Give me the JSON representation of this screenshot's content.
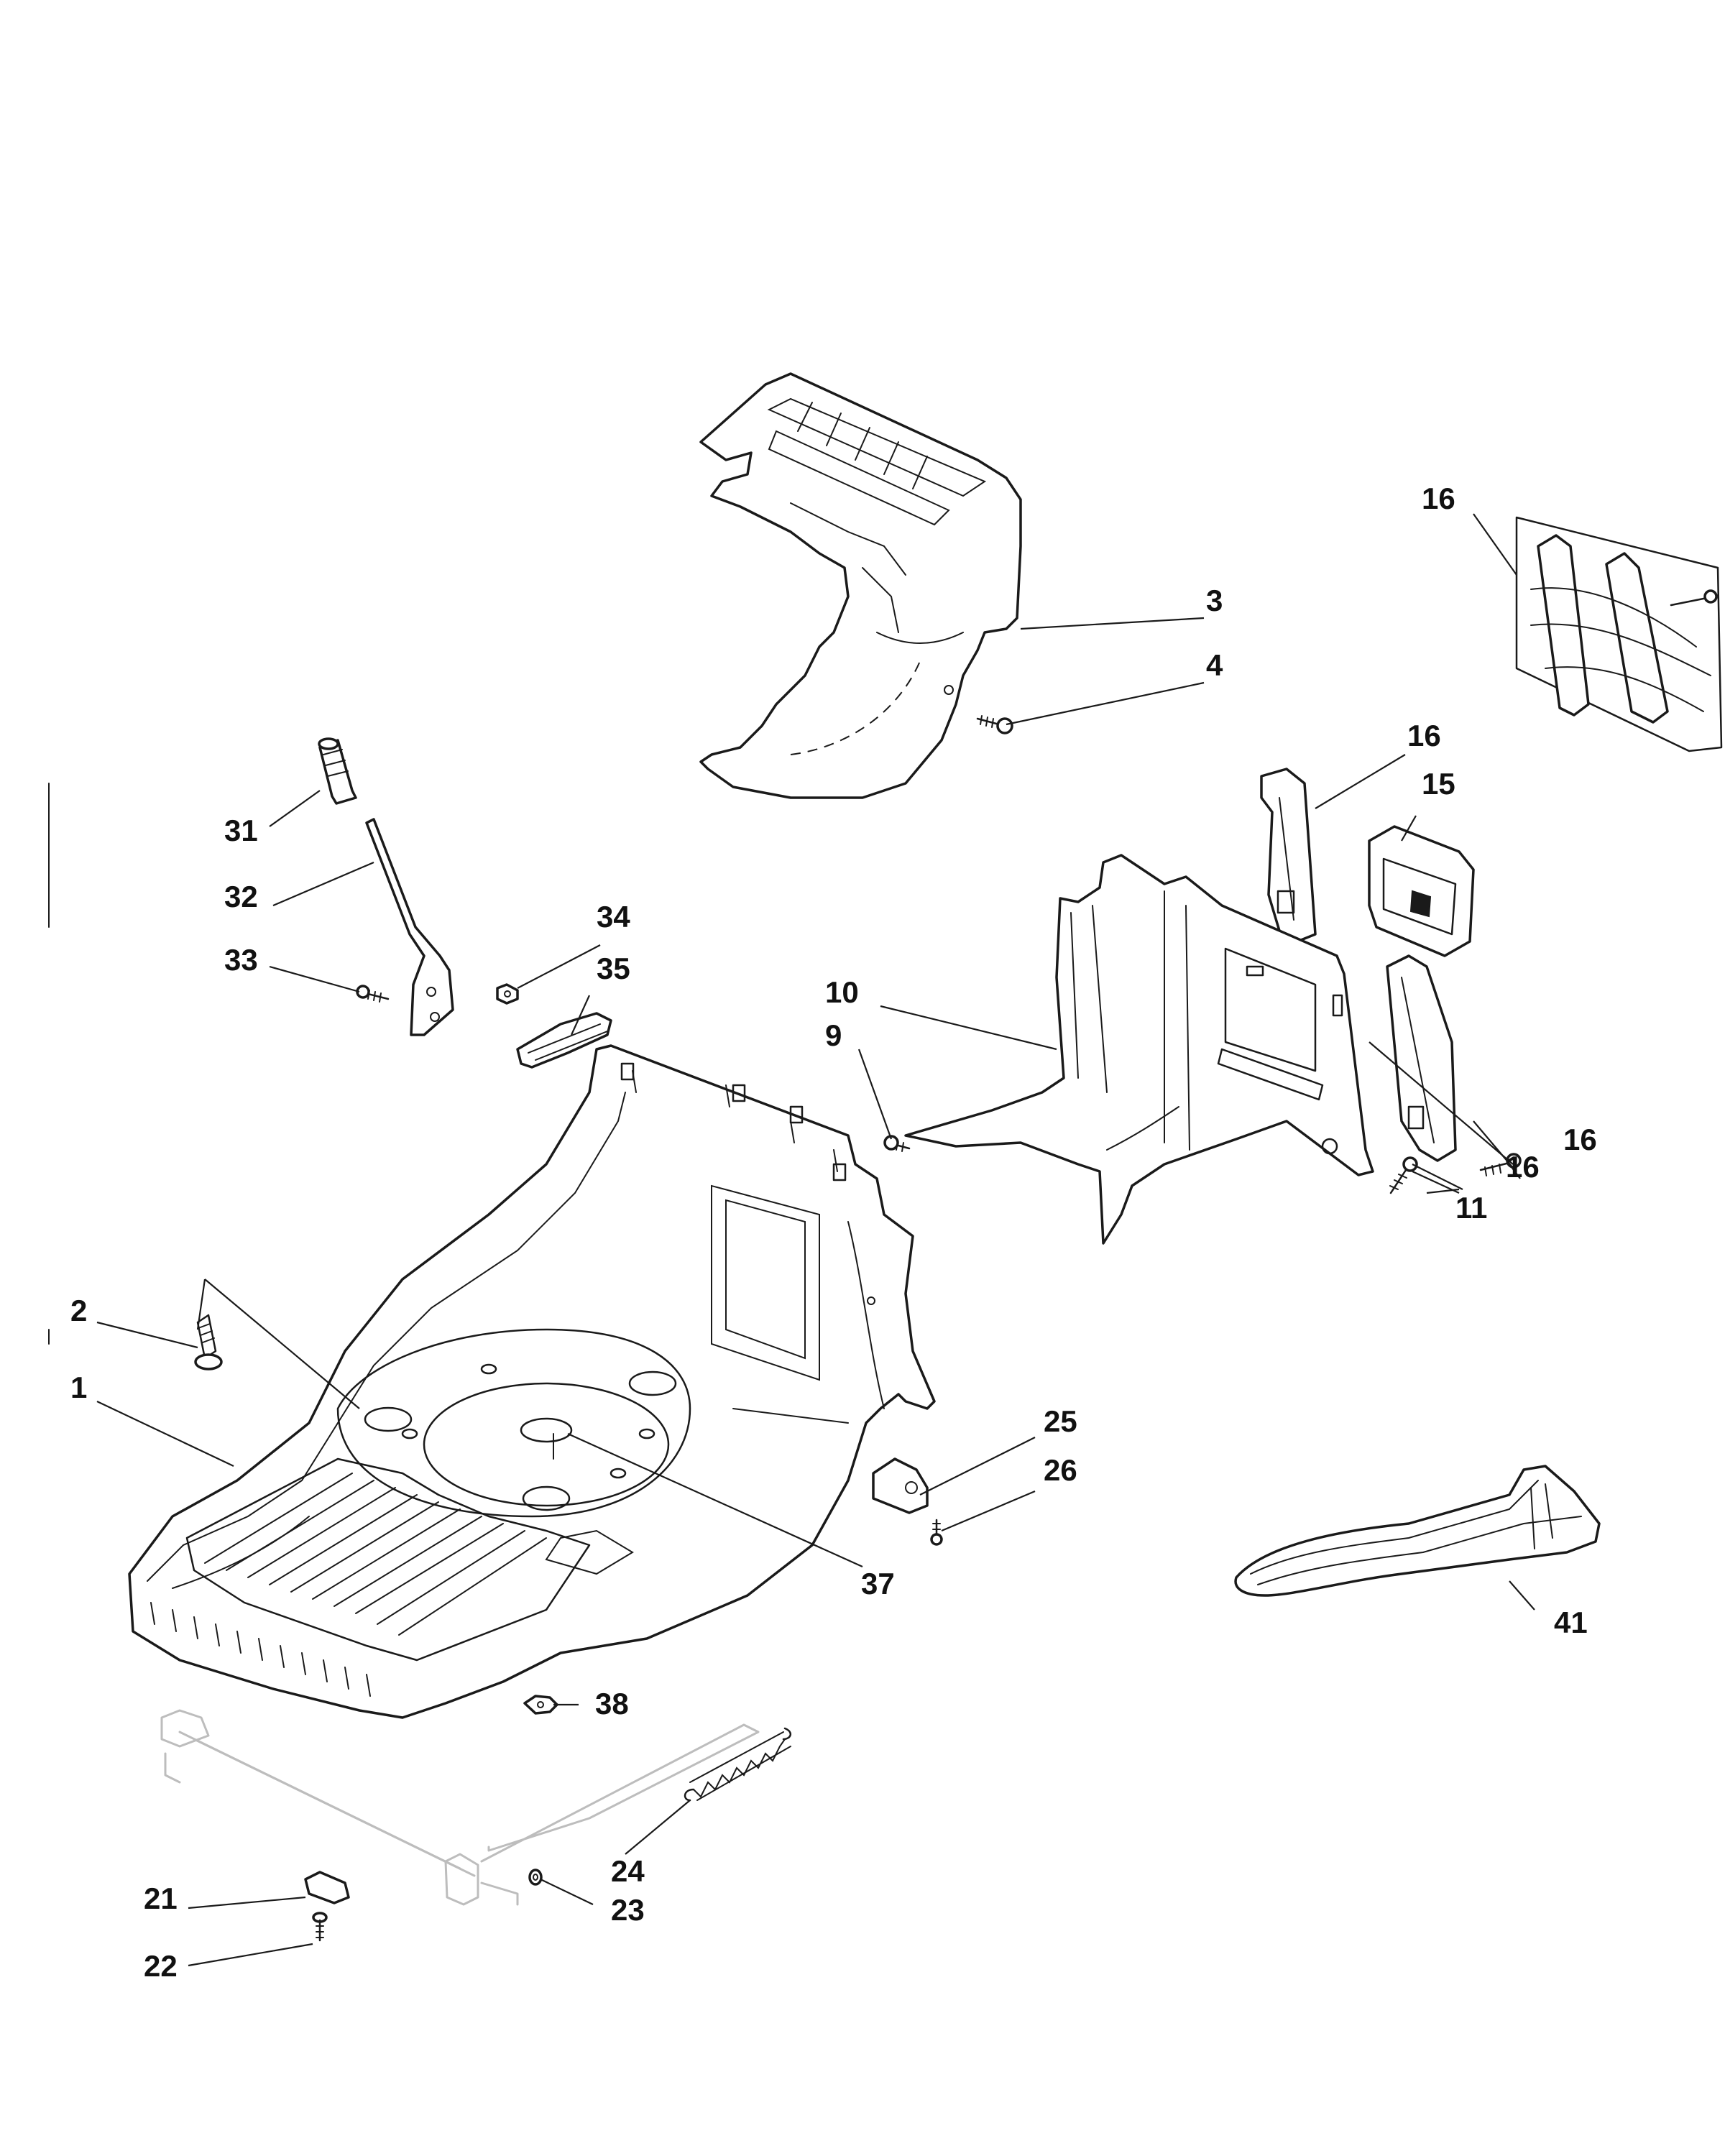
{
  "callouts": {
    "c1": "1",
    "c2": "2",
    "c3": "3",
    "c4": "4",
    "c9": "9",
    "c10": "10",
    "c11": "11",
    "c15": "15",
    "c16a": "16",
    "c16b": "16",
    "c16c": "16",
    "c16d": "16",
    "c21": "21",
    "c22": "22",
    "c23": "23",
    "c24": "24",
    "c25": "25",
    "c26": "26",
    "c31": "31",
    "c32": "32",
    "c33": "33",
    "c34": "34",
    "c35": "35",
    "c37": "37",
    "c38": "38",
    "c41": "41"
  }
}
